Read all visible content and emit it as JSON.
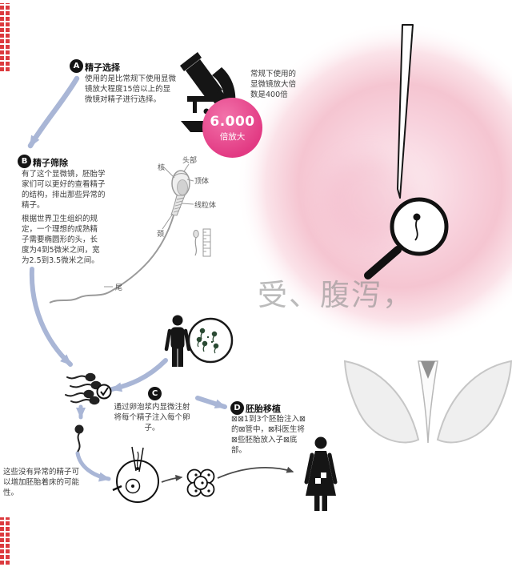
{
  "watermark": "受、腹泻，",
  "magnification_badge": {
    "value": "6.000",
    "suffix": "倍放大"
  },
  "microscope_note": "常规下使用的显微镜放大倍数是400倍",
  "steps": [
    {
      "id": "A",
      "title": "精子选择",
      "body": "使用的是比常规下使用显微镜放大程度15倍以上的显微镜对精子进行选择。"
    },
    {
      "id": "B",
      "title": "精子筛除",
      "body": "有了这个显微镜，胚胎学家们可以更好的查看精子的结构，排出那些异常的精子。",
      "body2": "根据世界卫生组织的规定，一个理想的成熟精子需要椭圆形的头，长度为4到5微米之间，宽为2.5到3.5微米之间。"
    },
    {
      "id": "C",
      "body": "通过卵泡浆内显微注射将每个精子注入每个卵子。"
    },
    {
      "id": "D",
      "title": "胚胎移植",
      "body": "⊠⊠1到3个胚胎注入⊠的⊠管中，⊠科医生将⊠些胚胎放入子⊠底部。"
    }
  ],
  "sperm_diagram_labels": {
    "nucleus": "核",
    "head": "头部",
    "acrosome": "顶体",
    "mitochondria": "线粒体",
    "neck": "颈",
    "tail": "尾"
  },
  "footnote": "这些没有异常的精子可以增加胚胎着床的可能性。",
  "colors": {
    "badge_pink": "#e23a83",
    "arrow_blue": "#a9b6d6",
    "step_badge_black": "#141414",
    "red_strip": "#dc3a3e",
    "egg_pink": "#f5c5d1"
  },
  "icons": [
    "microscope-icon",
    "magnifier-icon",
    "needle-icon",
    "egg-cell",
    "sperm-diagram",
    "ruler-icon",
    "man-icon",
    "petri-dish-icon",
    "sperm-cluster-icon",
    "check-icon",
    "single-sperm-icon",
    "icsi-injection-icon",
    "embryo-icon",
    "woman-icon",
    "uterus-illustration"
  ]
}
